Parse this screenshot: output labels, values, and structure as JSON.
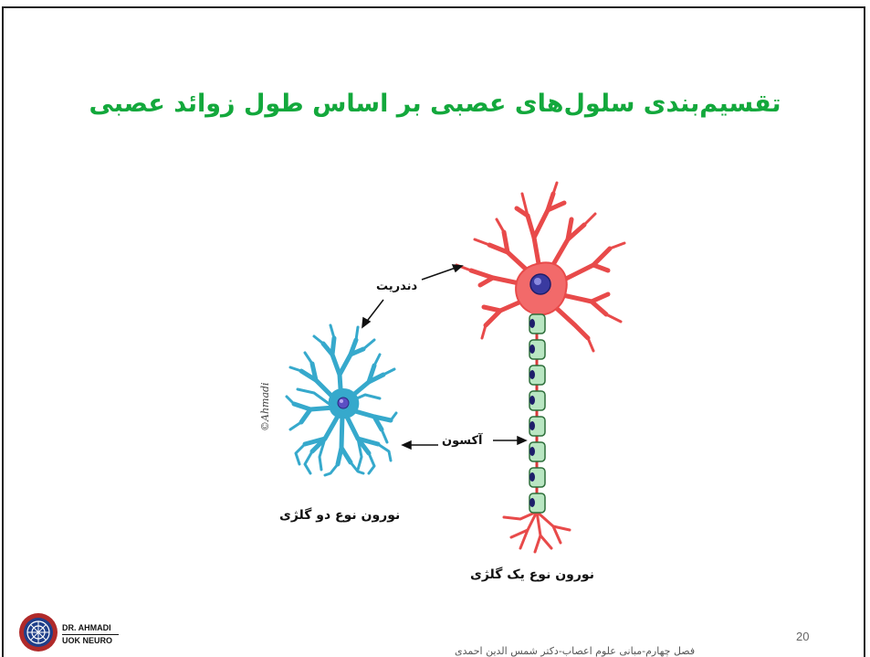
{
  "slide": {
    "title": "تقسیم‌بندی سلول‌های عصبی بر اساس طول زوائد عصبی",
    "page_number": "20",
    "footer": "فصل چهارم-مبانی علوم اعصاب-دکتر شمس الدین احمدی",
    "colors": {
      "title": "#13a83c",
      "golgi1": "#f26a6a",
      "golgi2": "#36a9cc",
      "myelin": "#b9e6c2",
      "nucleus": "#3a3aa0"
    }
  },
  "diagram": {
    "label_dendrite": "دندریت",
    "label_axon": "آکسون",
    "label_golgi2": "نورون نوع دو گلژی",
    "label_golgi1": "نورون نوع یک گلژی",
    "watermark": "©Ahmadi"
  },
  "logo": {
    "line1": "DR. AHMADI",
    "line2": "UOK NEURO"
  }
}
